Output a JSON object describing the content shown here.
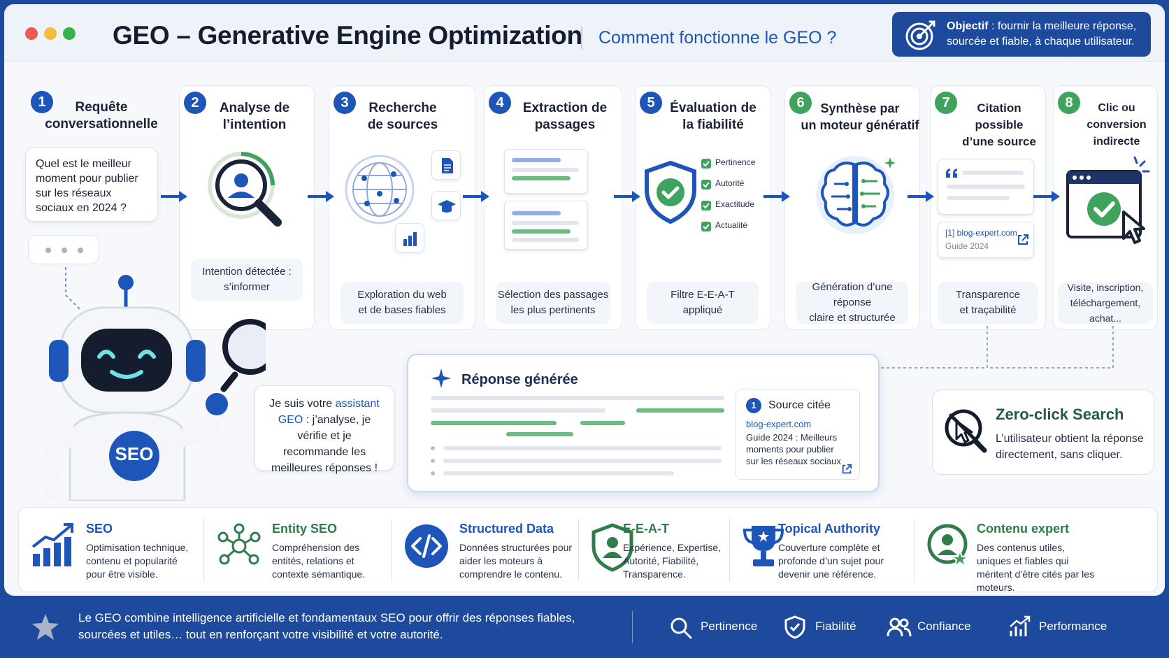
{
  "header": {
    "title": "GEO – Generative Engine Optimization",
    "subtitle": "Comment fonctionne le GEO ?",
    "objective_label": "Objectif",
    "objective_text": " : fournir la meilleure réponse, sourcée et fiable, à chaque utilisateur."
  },
  "steps": [
    {
      "number": "1",
      "title_l1": "Requête",
      "title_l2": "conversationnelle",
      "caption_l1": "",
      "caption_l2": ""
    },
    {
      "number": "2",
      "title_l1": "Analyse de",
      "title_l2": "l’intention",
      "caption_l1": "Intention détectée :",
      "caption_l2": "s’informer"
    },
    {
      "number": "3",
      "title_l1": "Recherche",
      "title_l2": "de sources",
      "caption_l1": "Exploration du web",
      "caption_l2": "et de bases fiables"
    },
    {
      "number": "4",
      "title_l1": "Extraction de",
      "title_l2": "passages",
      "caption_l1": "Sélection des passages",
      "caption_l2": "les plus pertinents"
    },
    {
      "number": "5",
      "title_l1": "Évaluation de",
      "title_l2": "la fiabilité",
      "caption_l1": "Filtre E-E-A-T",
      "caption_l2": "appliqué"
    },
    {
      "number": "6",
      "title_l1": "Synthèse par",
      "title_l2": "un moteur génératif",
      "caption_l1": "Génération d’une réponse",
      "caption_l2": "claire et structurée"
    },
    {
      "number": "7",
      "title_l1": "Citation possible",
      "title_l2": "d’une source",
      "caption_l1": "Transparence",
      "caption_l2": "et traçabilité"
    },
    {
      "number": "8",
      "title_l1": "Clic ou conversion",
      "title_l2": "indirecte",
      "caption_l1": "Visite, inscription,",
      "caption_l2": "téléchargement, achat..."
    }
  ],
  "query_bubble": "Quel est le meilleur moment pour publier sur les réseaux sociaux en 2024 ?",
  "checklist": [
    "Pertinence",
    "Autorité",
    "Exactitude",
    "Actualité"
  ],
  "citation_card": {
    "ref": "[1] blog-expert.com",
    "sub": "Guide 2024"
  },
  "assistant": {
    "pre": "Je suis votre ",
    "highlight": "assistant GEO",
    "post": " : j’analyse, je vérifie et je recommande les meilleures réponses !",
    "badge": "SEO"
  },
  "response": {
    "title": "Réponse générée",
    "source_number": "1",
    "source_label": "Source citée",
    "source_domain": "blog-expert.com",
    "source_text": "Guide 2024 : Meilleurs moments pour publier sur les réseaux sociaux"
  },
  "zero_click": {
    "title": "Zero-click Search",
    "desc": "L’utilisateur obtient la réponse directement, sans cliquer."
  },
  "features": [
    {
      "title": "SEO",
      "desc": "Optimisation technique, contenu et popularité pour être visible.",
      "color": "#1d56b8"
    },
    {
      "title": "Entity SEO",
      "desc": "Compréhension des entités, relations et contexte sémantique.",
      "color": "#2f7d4b"
    },
    {
      "title": "Structured Data",
      "desc": "Données structurées pour aider les moteurs à comprendre le contenu.",
      "color": "#1d56b8"
    },
    {
      "title": "E-E-A-T",
      "desc": "Expérience, Expertise, Autorité, Fiabilité, Transparence.",
      "color": "#2f7d4b"
    },
    {
      "title": "Topical Authority",
      "desc": "Couverture complète et profonde d’un sujet pour devenir une référence.",
      "color": "#1d56b8"
    },
    {
      "title": "Contenu expert",
      "desc": "Des contenus utiles, uniques et fiables qui méritent d’être cités par les moteurs.",
      "color": "#2f7d4b"
    }
  ],
  "footer": {
    "text": "Le GEO combine intelligence artificielle et fondamentaux SEO pour offrir des réponses fiables, sourcées et utiles… tout en renforçant votre visibilité et votre autorité.",
    "items": [
      "Pertinence",
      "Fiabilité",
      "Confiance",
      "Performance"
    ]
  },
  "colors": {
    "blue": "#1d56b8",
    "navy": "#1d4a9c",
    "green": "#3fa35e",
    "dark_green": "#2f7d4b",
    "text": "#1b2436"
  }
}
